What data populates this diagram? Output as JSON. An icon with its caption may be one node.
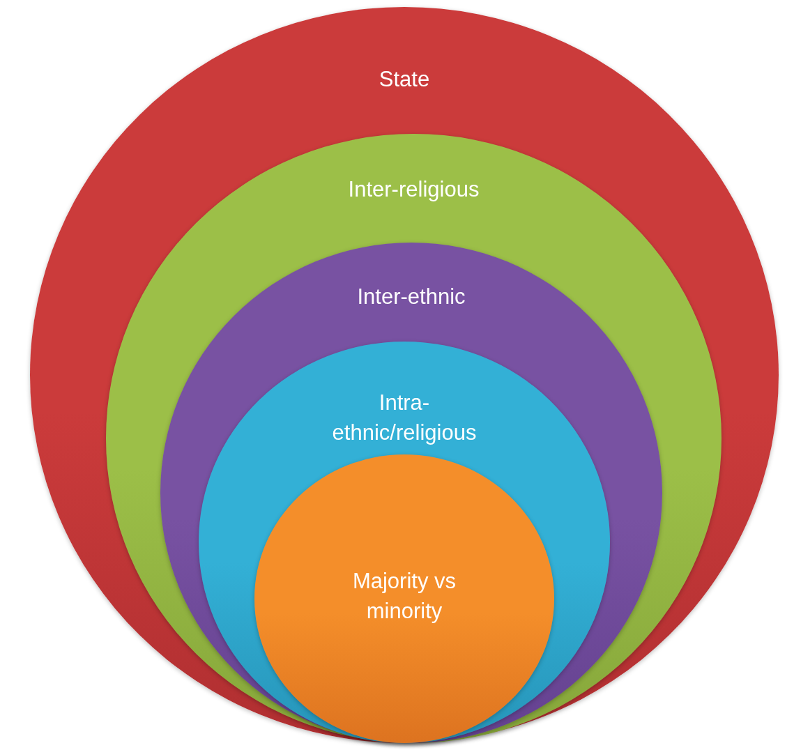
{
  "diagram": {
    "nodes": [
      {
        "text": [
          "State"
        ]
      },
      {
        "text": [
          "Inter-religious"
        ],
        "in": 0
      },
      {
        "text": [
          "Inter-ethnic"
        ],
        "in": 1
      },
      {
        "text": [
          "Intra- ethnic/religious"
        ],
        "in": 2
      },
      {
        "text": [
          "Majority vs minority"
        ],
        "in": 3
      }
    ]
  }
}
